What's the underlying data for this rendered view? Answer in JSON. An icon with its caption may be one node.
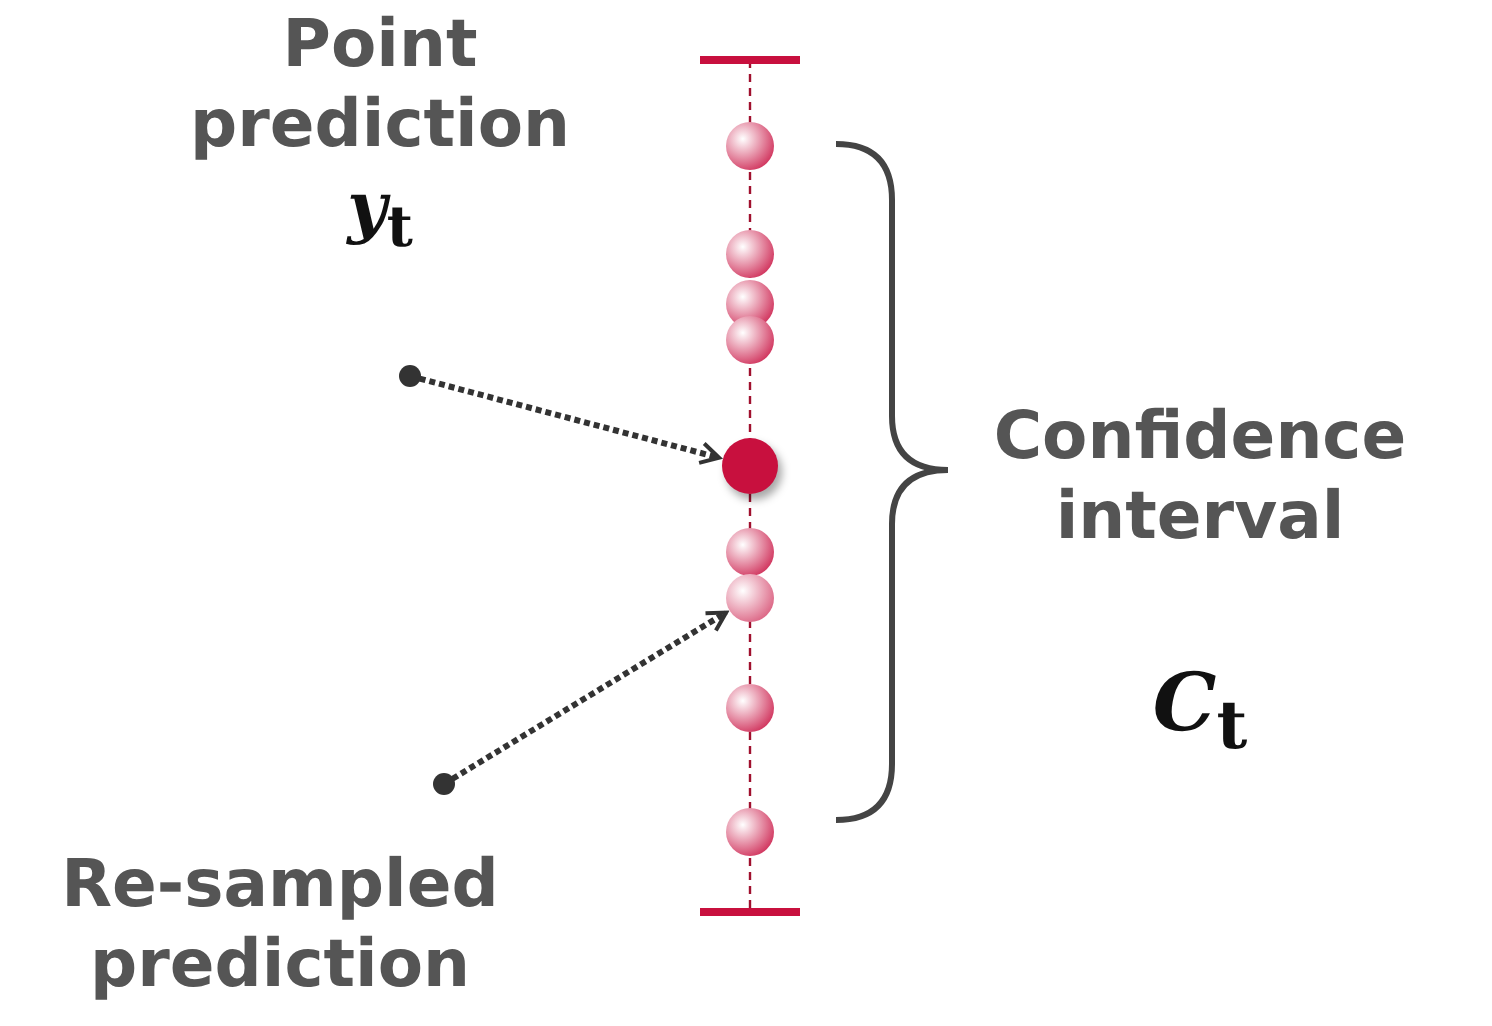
{
  "diagram": {
    "nodes": [
      {
        "text": [
          "Point prediction",
          "*y*$_{t}$"
        ]
      },
      {
        "text": [],
        "shape": "circle"
      },
      {
        "text": [],
        "shape": "circle"
      },
      {
        "text": [
          "Re-sampled prediction"
        ]
      }
    ],
    "edges": [
      {
        "from": 0,
        "to": 1,
        "arrow": "to",
        "style": "dashed"
      },
      {
        "from": 3,
        "to": 2,
        "arrow": "to",
        "style": "dashed"
      }
    ],
    "labels": [
      "Confidence interval",
      "*C*$_{t}$"
    ]
  }
}
